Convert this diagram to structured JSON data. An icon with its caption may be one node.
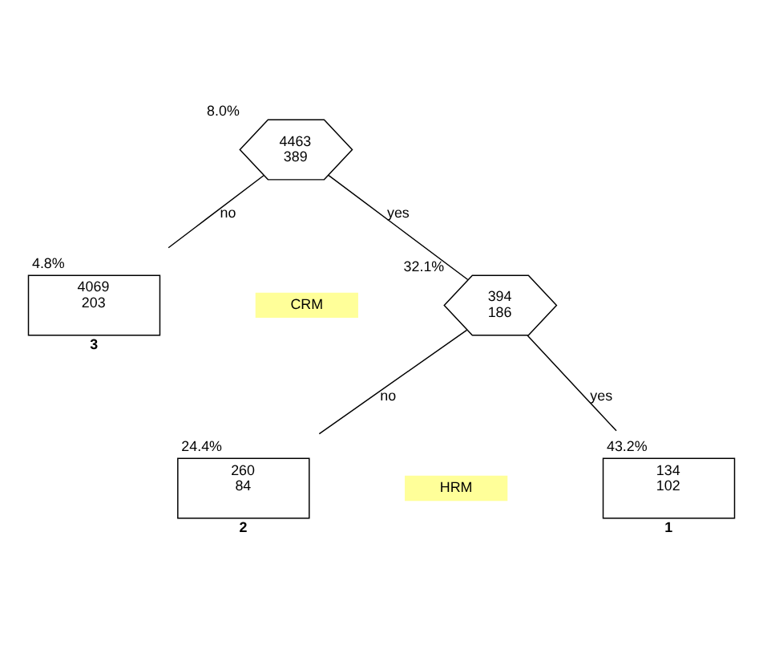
{
  "diagram": {
    "nodes": [
      {
        "text": [
          "4463",
          "389"
        ],
        "beside": [
          "8.0%"
        ]
      },
      {
        "text": [
          "4069",
          "203"
        ],
        "beside": [
          "4.8%",
          "3"
        ]
      },
      {
        "text": [
          "394",
          "186"
        ],
        "beside": [
          "32.1%"
        ]
      },
      {
        "text": [
          "260",
          "84"
        ],
        "beside": [
          "24.4%",
          "2"
        ]
      },
      {
        "text": [
          "134",
          "102"
        ],
        "beside": [
          "43.2%",
          "1"
        ]
      }
    ],
    "edges": [
      {
        "from": 0,
        "to": 1,
        "arrow": "none",
        "label": "no"
      },
      {
        "from": 0,
        "to": 2,
        "arrow": "none",
        "label": "yes"
      },
      {
        "from": 2,
        "to": 3,
        "arrow": "none",
        "label": "no"
      },
      {
        "from": 2,
        "to": 4,
        "arrow": "none",
        "label": "yes"
      }
    ],
    "labels": [
      "CRM",
      "HRM"
    ]
  }
}
